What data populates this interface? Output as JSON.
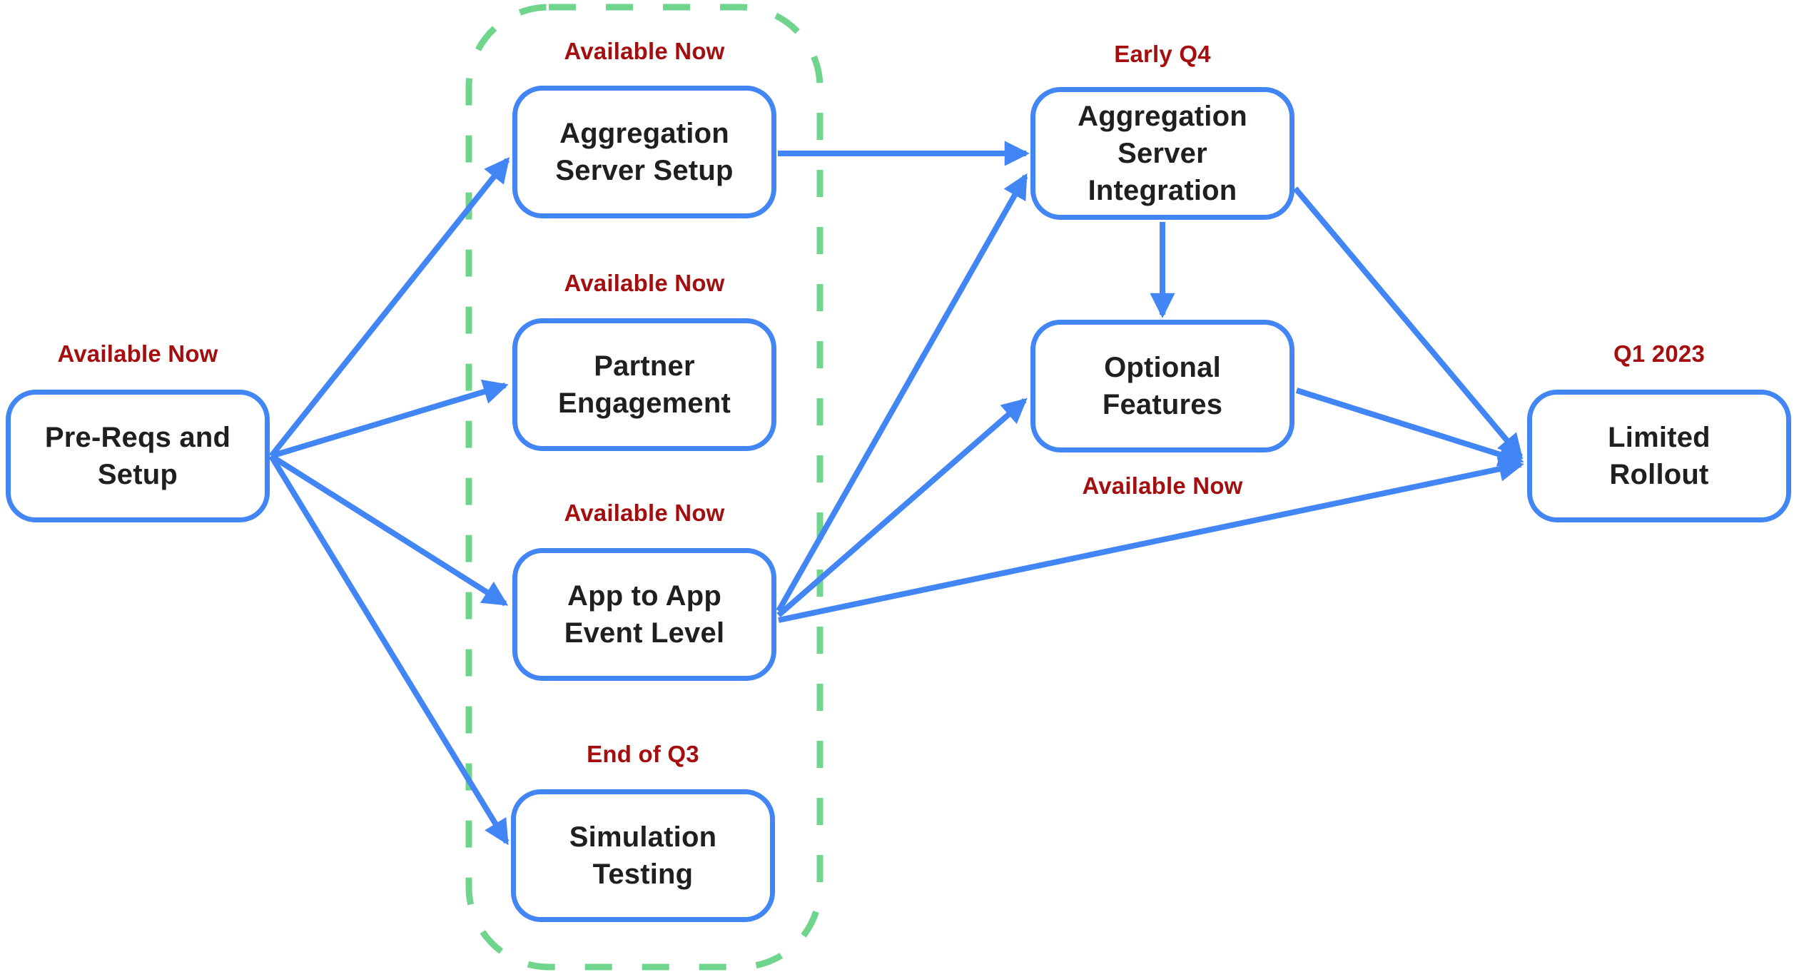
{
  "colors": {
    "node_border": "#4285F4",
    "arrow": "#4285F4",
    "status_text": "#A50E0E",
    "node_text": "#1F1F1F",
    "group_border": "#6FD58C",
    "background": "#FFFFFF"
  },
  "nodes": [
    {
      "id": "pre-reqs-and-setup",
      "label": "Pre-Reqs and\nSetup",
      "status": "Available Now",
      "status_position": "top"
    },
    {
      "id": "aggregation-server-setup",
      "label": "Aggregation\nServer Setup",
      "status": "Available Now",
      "status_position": "top"
    },
    {
      "id": "partner-engagement",
      "label": "Partner\nEngagement",
      "status": "Available Now",
      "status_position": "top"
    },
    {
      "id": "app-to-app-event-level",
      "label": "App to App\nEvent Level",
      "status": "Available Now",
      "status_position": "top"
    },
    {
      "id": "simulation-testing",
      "label": "Simulation\nTesting",
      "status": "End of Q3",
      "status_position": "top"
    },
    {
      "id": "aggregation-server-integration",
      "label": "Aggregation\nServer\nIntegration",
      "status": "Early Q4",
      "status_position": "top"
    },
    {
      "id": "optional-features",
      "label": "Optional\nFeatures",
      "status": "Available Now",
      "status_position": "bottom"
    },
    {
      "id": "limited-rollout",
      "label": "Limited\nRollout",
      "status": "Q1 2023",
      "status_position": "top"
    }
  ],
  "group": {
    "style": "green-dashed-rounded-rect",
    "members": [
      "aggregation-server-setup",
      "partner-engagement",
      "app-to-app-event-level",
      "simulation-testing"
    ]
  },
  "edges": [
    {
      "from": "pre-reqs-and-setup",
      "to": "aggregation-server-setup"
    },
    {
      "from": "pre-reqs-and-setup",
      "to": "partner-engagement"
    },
    {
      "from": "pre-reqs-and-setup",
      "to": "app-to-app-event-level"
    },
    {
      "from": "pre-reqs-and-setup",
      "to": "simulation-testing"
    },
    {
      "from": "aggregation-server-setup",
      "to": "aggregation-server-integration"
    },
    {
      "from": "app-to-app-event-level",
      "to": "aggregation-server-integration"
    },
    {
      "from": "app-to-app-event-level",
      "to": "optional-features"
    },
    {
      "from": "app-to-app-event-level",
      "to": "limited-rollout"
    },
    {
      "from": "aggregation-server-integration",
      "to": "optional-features"
    },
    {
      "from": "aggregation-server-integration",
      "to": "limited-rollout"
    },
    {
      "from": "optional-features",
      "to": "limited-rollout"
    }
  ]
}
